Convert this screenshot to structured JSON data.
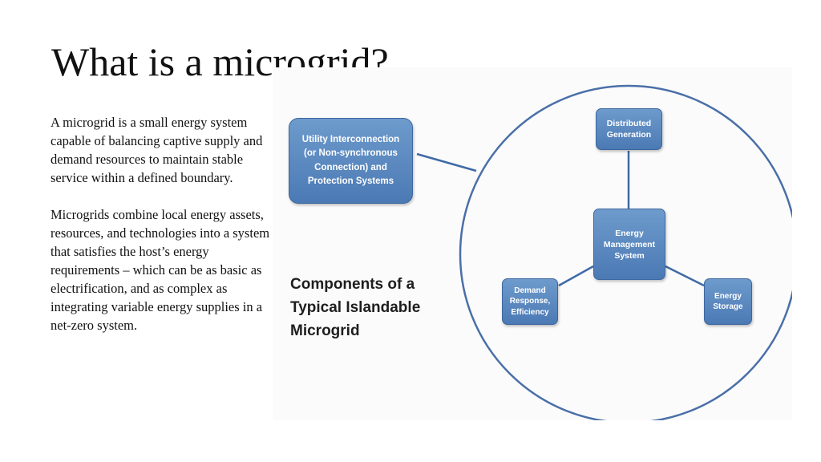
{
  "slide": {
    "title": "What is a microgrid?",
    "paragraphs": [
      "A microgrid is a small energy system capable of balancing captive supply and demand resources to maintain stable service within a defined boundary.",
      "Microgrids combine local energy assets, resources, and technologies into a system that satisfies the host’s energy requirements – which can be as basic as electrification, and as complex as integrating variable energy supplies in a net-zero system."
    ]
  },
  "diagram": {
    "caption": "Components of a\nTypical Islandable\nMicrogrid",
    "nodes": {
      "utility": "Utility Interconnection\n(or Non-synchronous\nConnection) and\nProtection Systems",
      "distributed": "Distributed\nGeneration",
      "ems": "Energy\nManagement\nSystem",
      "demand": "Demand\nResponse,\nEfficiency",
      "storage": "Energy\nStorage"
    },
    "colors": {
      "node_fill": "#5b88c0",
      "node_border": "#3d679e",
      "connector": "#3f6aa6",
      "circle": "#4a6fa8"
    }
  }
}
